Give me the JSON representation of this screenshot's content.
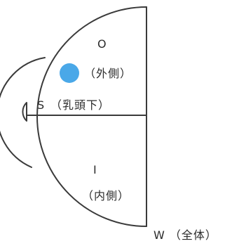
{
  "diagram": {
    "regions": {
      "outer": {
        "letter": "O",
        "note": "（外側）"
      },
      "areola": {
        "letter": "S",
        "note": "（乳頭下）"
      },
      "inner": {
        "letter": "I",
        "note": "（内側）"
      },
      "whole": {
        "text": "W （全体）"
      }
    },
    "marker_color": "#4aa8e8",
    "line_color": "#3a3a3a"
  }
}
